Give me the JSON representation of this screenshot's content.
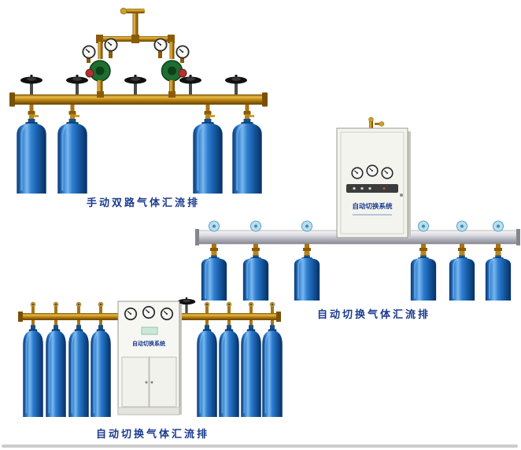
{
  "page": {
    "background": "#ffffff",
    "divider_color": "#cccccc"
  },
  "figures": [
    {
      "name": "manual dual-line gas manifold",
      "caption": "手动双路气体汇流排",
      "cylinder_count": 4,
      "components": [
        "brass-manifold-pipe",
        "pressure-regulators",
        "pressure-gauges",
        "handwheel-valves",
        "gas-cylinders"
      ]
    },
    {
      "name": "automatic changeover gas manifold with wall cabinet",
      "caption": "自动切换气体汇流排",
      "cabinet_label": "自动切换系统",
      "cylinder_count": 6,
      "components": [
        "control-cabinet",
        "pressure-gauges",
        "indicator-panel",
        "aluminium-rail",
        "gas-cylinders"
      ]
    },
    {
      "name": "automatic changeover gas manifold with floor cabinet",
      "caption": "自动切换气体汇流排",
      "cabinet_label": "自动切换系统",
      "cylinder_count": 8,
      "components": [
        "control-cabinet",
        "pressure-gauges",
        "brass-manifold-pipe",
        "gas-cylinders"
      ]
    }
  ],
  "colors": {
    "caption_text": "#1b3b8f",
    "cylinder_blue": "#1f6fc4",
    "brass": "#c8901c",
    "rail_silver": "#c0c0c8",
    "cabinet_body": "#f4f4ef",
    "handwheel_black": "#111111"
  }
}
